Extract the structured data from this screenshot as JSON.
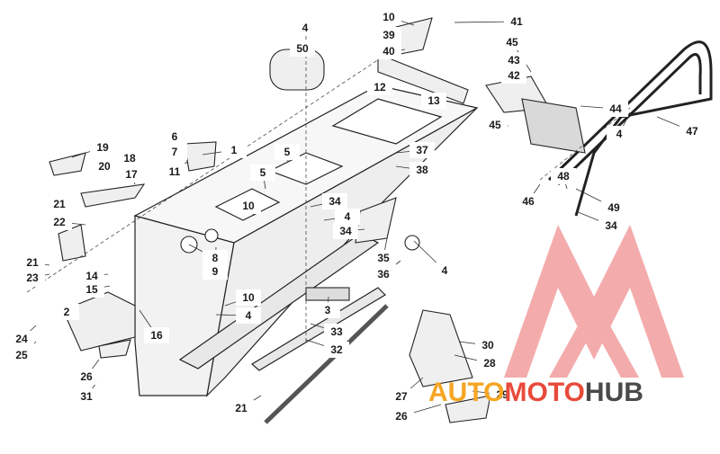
{
  "diagram": {
    "callouts": [
      "4",
      "50",
      "10",
      "39",
      "40",
      "41",
      "45",
      "43",
      "42",
      "44",
      "12",
      "13",
      "45",
      "4",
      "47",
      "1",
      "5",
      "6",
      "7",
      "11",
      "37",
      "38",
      "19",
      "20",
      "18",
      "17",
      "5",
      "21",
      "22",
      "10",
      "34",
      "4",
      "34",
      "48",
      "46",
      "49",
      "34",
      "35",
      "4",
      "36",
      "21",
      "23",
      "14",
      "15",
      "9",
      "8",
      "2",
      "10",
      "3",
      "4",
      "16",
      "33",
      "32",
      "24",
      "25",
      "26",
      "31",
      "21",
      "30",
      "28",
      "27",
      "29",
      "26"
    ],
    "watermark": {
      "brand_parts": [
        "AUTO",
        "MOTO",
        "HUB"
      ],
      "colors": {
        "auto": "#f5a623",
        "moto": "#e84a3a",
        "hub": "#4a4a4a",
        "logo": "#f08080"
      }
    }
  }
}
